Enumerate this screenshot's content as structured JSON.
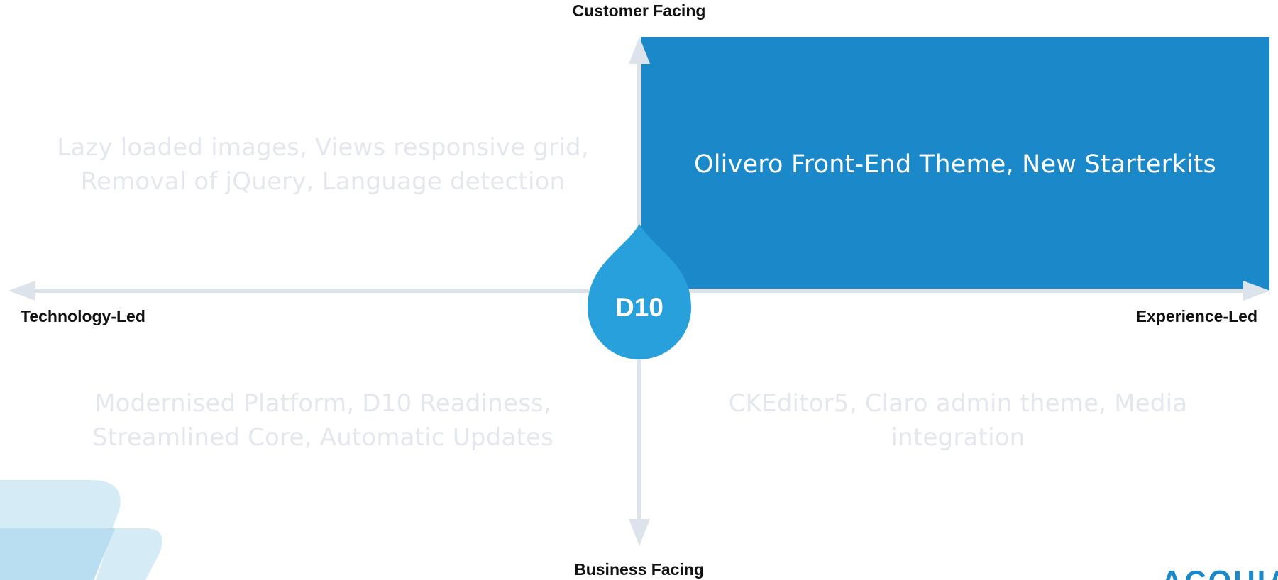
{
  "axes": {
    "top": "Customer Facing",
    "bottom": "Business Facing",
    "left": "Technology-Led",
    "right": "Experience-Led"
  },
  "center": {
    "label": "D10"
  },
  "quadrants": {
    "top_left": "Lazy loaded images, Views responsive grid, Removal of jQuery, Language detection",
    "top_right": "Olivero Front-End Theme, New Starterkits",
    "bottom_left": "Modernised Platform, D10 Readiness, Streamlined Core, Automatic Updates",
    "bottom_right": "CKEditor5, Claro admin theme, Media integration"
  },
  "highlighted_quadrant": "top_right",
  "colors": {
    "highlight": "#1b89c9",
    "drop": "#27a0dc",
    "axis": "#dde3ea",
    "faded_text": "#e4e8ee",
    "deco_light": "#d5ebf6",
    "deco_mid": "#b9def1"
  },
  "logo": {
    "text": "ACQUIA"
  }
}
